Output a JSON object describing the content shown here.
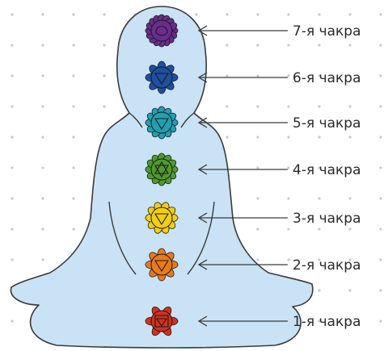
{
  "colors": {
    "background": "#ffffff",
    "dots": "#c9c9c9",
    "body_fill": "#c9e2f6",
    "outline": "#3a3a3a",
    "arrow": "#3a3a3a"
  },
  "chakras": [
    {
      "label": "7-я чакра",
      "color": "#6a2c8e",
      "icon": "crown-chakra-icon"
    },
    {
      "label": "6-я чакра",
      "color": "#1f4fa0",
      "icon": "third-eye-chakra-icon"
    },
    {
      "label": "5-я чакра",
      "color": "#1fa0b4",
      "icon": "throat-chakra-icon"
    },
    {
      "label": "4-я чакра",
      "color": "#4f9a2e",
      "icon": "heart-chakra-icon"
    },
    {
      "label": "3-я чакра",
      "color": "#f2cf10",
      "icon": "solar-plexus-chakra-icon"
    },
    {
      "label": "2-я чакра",
      "color": "#ea7a1a",
      "icon": "sacral-chakra-icon"
    },
    {
      "label": "1-я чакра",
      "color": "#d2311f",
      "icon": "root-chakra-icon"
    }
  ]
}
